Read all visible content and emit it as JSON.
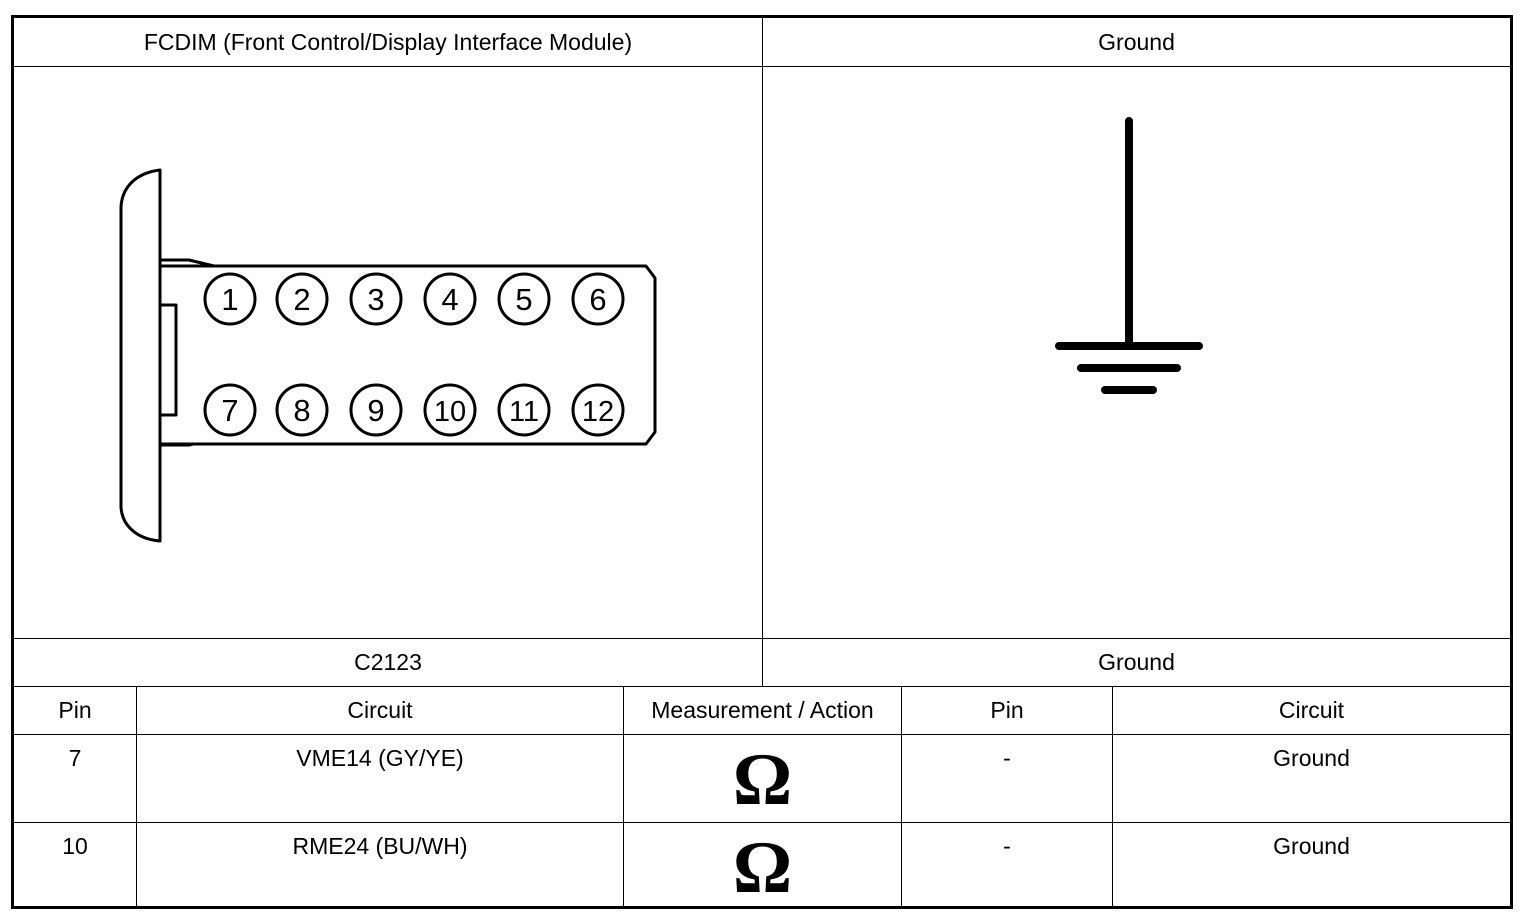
{
  "top_left_header": "FCDIM (Front Control/Display Interface Module)",
  "top_right_header": "Ground",
  "connector_pins": [
    "1",
    "2",
    "3",
    "4",
    "5",
    "6",
    "7",
    "8",
    "9",
    "10",
    "11",
    "12"
  ],
  "left_connector_id": "C2123",
  "right_connector_id": "Ground",
  "table": {
    "headers": {
      "pin": "Pin",
      "circuit": "Circuit",
      "measurement": "Measurement / Action",
      "pin2": "Pin",
      "circuit2": "Circuit"
    },
    "rows": [
      {
        "pin": "7",
        "circuit": "VME14 (GY/YE)",
        "measurement_icon": "ohm-icon",
        "measurement_symbol": "Ω",
        "pin2": "-",
        "circuit2": "Ground"
      },
      {
        "pin": "10",
        "circuit": "RME24 (BU/WH)",
        "measurement_icon": "ohm-icon",
        "measurement_symbol": "Ω",
        "pin2": "-",
        "circuit2": "Ground"
      }
    ]
  }
}
